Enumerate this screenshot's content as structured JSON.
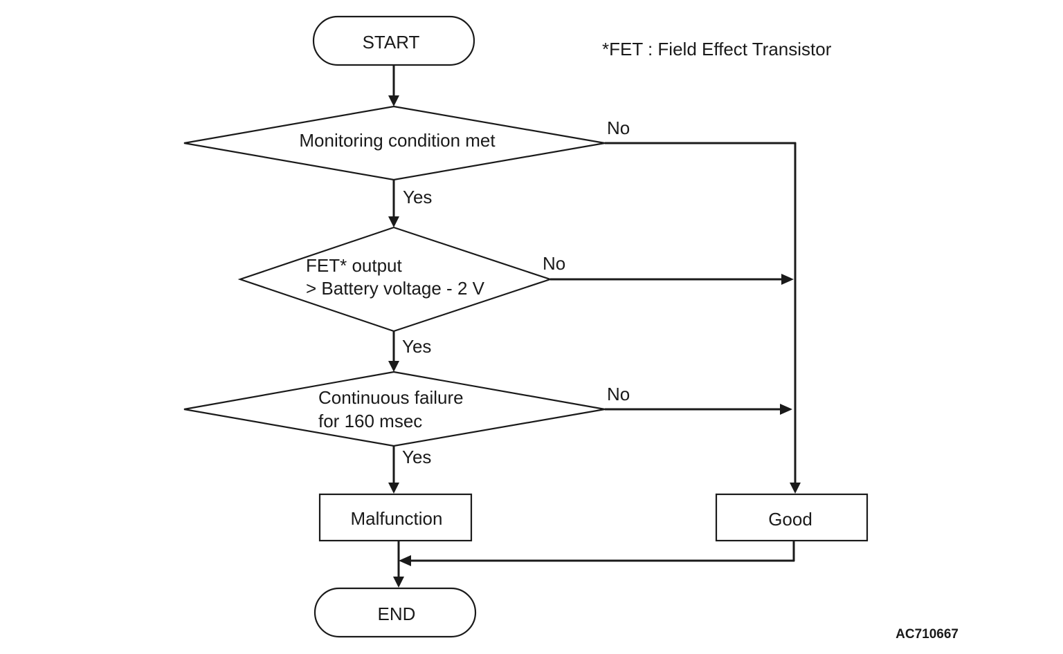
{
  "note": "*FET : Field Effect Transistor",
  "nodes": {
    "start": "START",
    "decision1": "Monitoring condition met",
    "decision2_line1": "FET* output",
    "decision2_line2": "> Battery voltage - 2 V",
    "decision3_line1": "Continuous failure",
    "decision3_line2": "for 160 msec",
    "malfunction": "Malfunction",
    "good": "Good",
    "end": "END"
  },
  "edges": {
    "d1_yes": "Yes",
    "d1_no": "No",
    "d2_yes": "Yes",
    "d2_no": "No",
    "d3_yes": "Yes",
    "d3_no": "No"
  },
  "figure_code": "AC710667"
}
